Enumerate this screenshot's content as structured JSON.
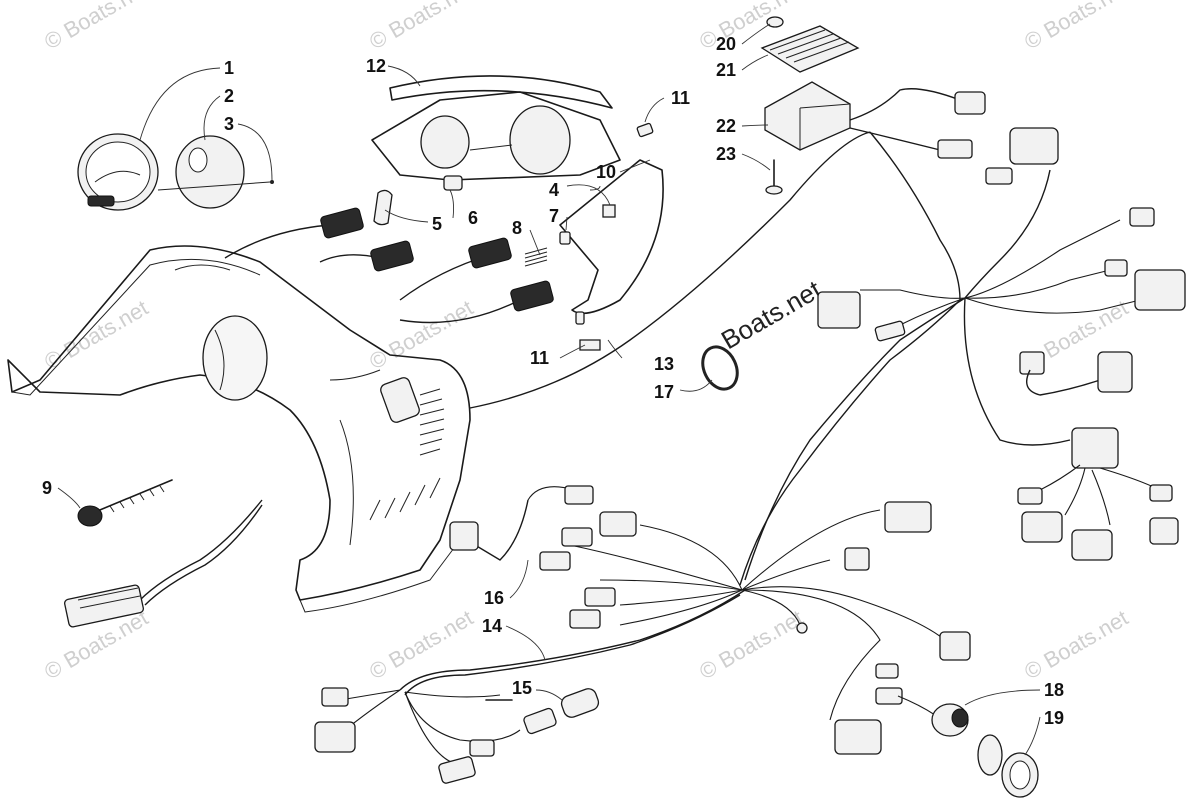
{
  "watermark": "© Boats.net",
  "center_watermark": "Boats.net",
  "callouts": [
    "1",
    "2",
    "3",
    "4",
    "5",
    "6",
    "7",
    "8",
    "9",
    "10",
    "11",
    "11",
    "12",
    "13",
    "14",
    "15",
    "16",
    "17",
    "18",
    "19",
    "20",
    "21",
    "22",
    "23"
  ]
}
